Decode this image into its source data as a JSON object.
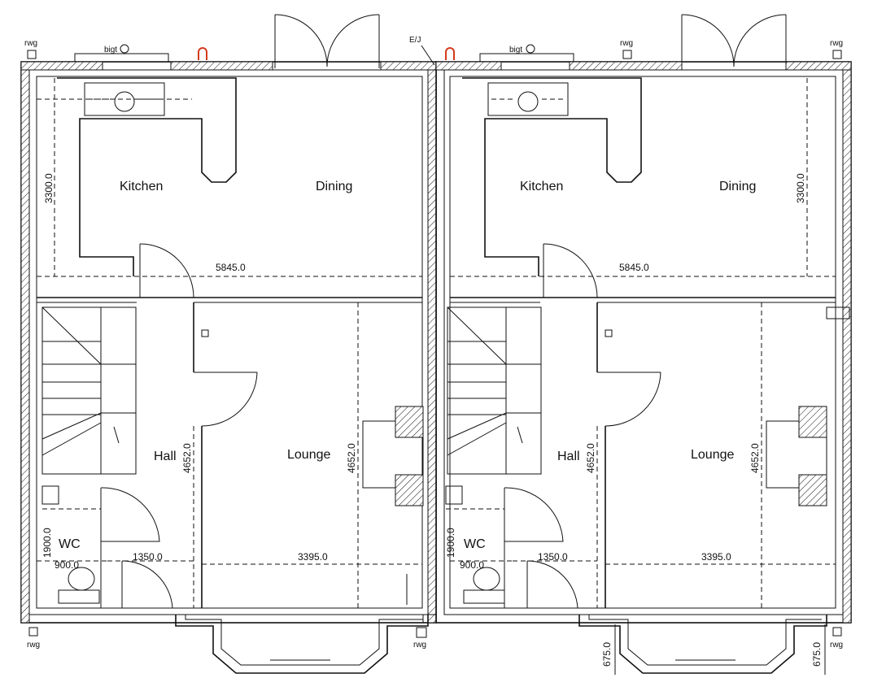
{
  "units": [
    {
      "rooms": {
        "kitchen": "Kitchen",
        "dining": "Dining",
        "hall": "Hall",
        "lounge": "Lounge",
        "wc": "WC"
      },
      "dims": {
        "width_total": "5845.0",
        "rear_depth": "3300.0",
        "hall_depth": "4652.0",
        "lounge_depth": "4652.0",
        "lounge_width": "3395.0",
        "hall_width": "1350.0",
        "wc_depth": "1900.0",
        "wc_width": "900.0"
      },
      "fixtures": {
        "boiler": "bigt",
        "rwg_a": "rwg",
        "rwg_b": "rwg",
        "rwg_c": "rwg"
      }
    },
    {
      "rooms": {
        "kitchen": "Kitchen",
        "dining": "Dining",
        "hall": "Hall",
        "lounge": "Lounge",
        "wc": "WC"
      },
      "dims": {
        "width_total": "5845.0",
        "rear_depth": "3300.0",
        "hall_depth": "4652.0",
        "lounge_depth": "4652.0",
        "lounge_width": "3395.0",
        "hall_width": "1350.0",
        "wc_depth": "1900.0",
        "wc_width": "900.0",
        "bay_depth_a": "675.0",
        "bay_depth_b": "675.0"
      },
      "fixtures": {
        "boiler": "bigt",
        "rwg_a": "rwg",
        "rwg_b": "rwg",
        "rwg_c": "rwg"
      }
    }
  ],
  "shared": {
    "ej": "E/J",
    "rwg_mid": "rwg"
  },
  "colors": {
    "line": "#111111",
    "gas_meter": "#d23a1a"
  }
}
